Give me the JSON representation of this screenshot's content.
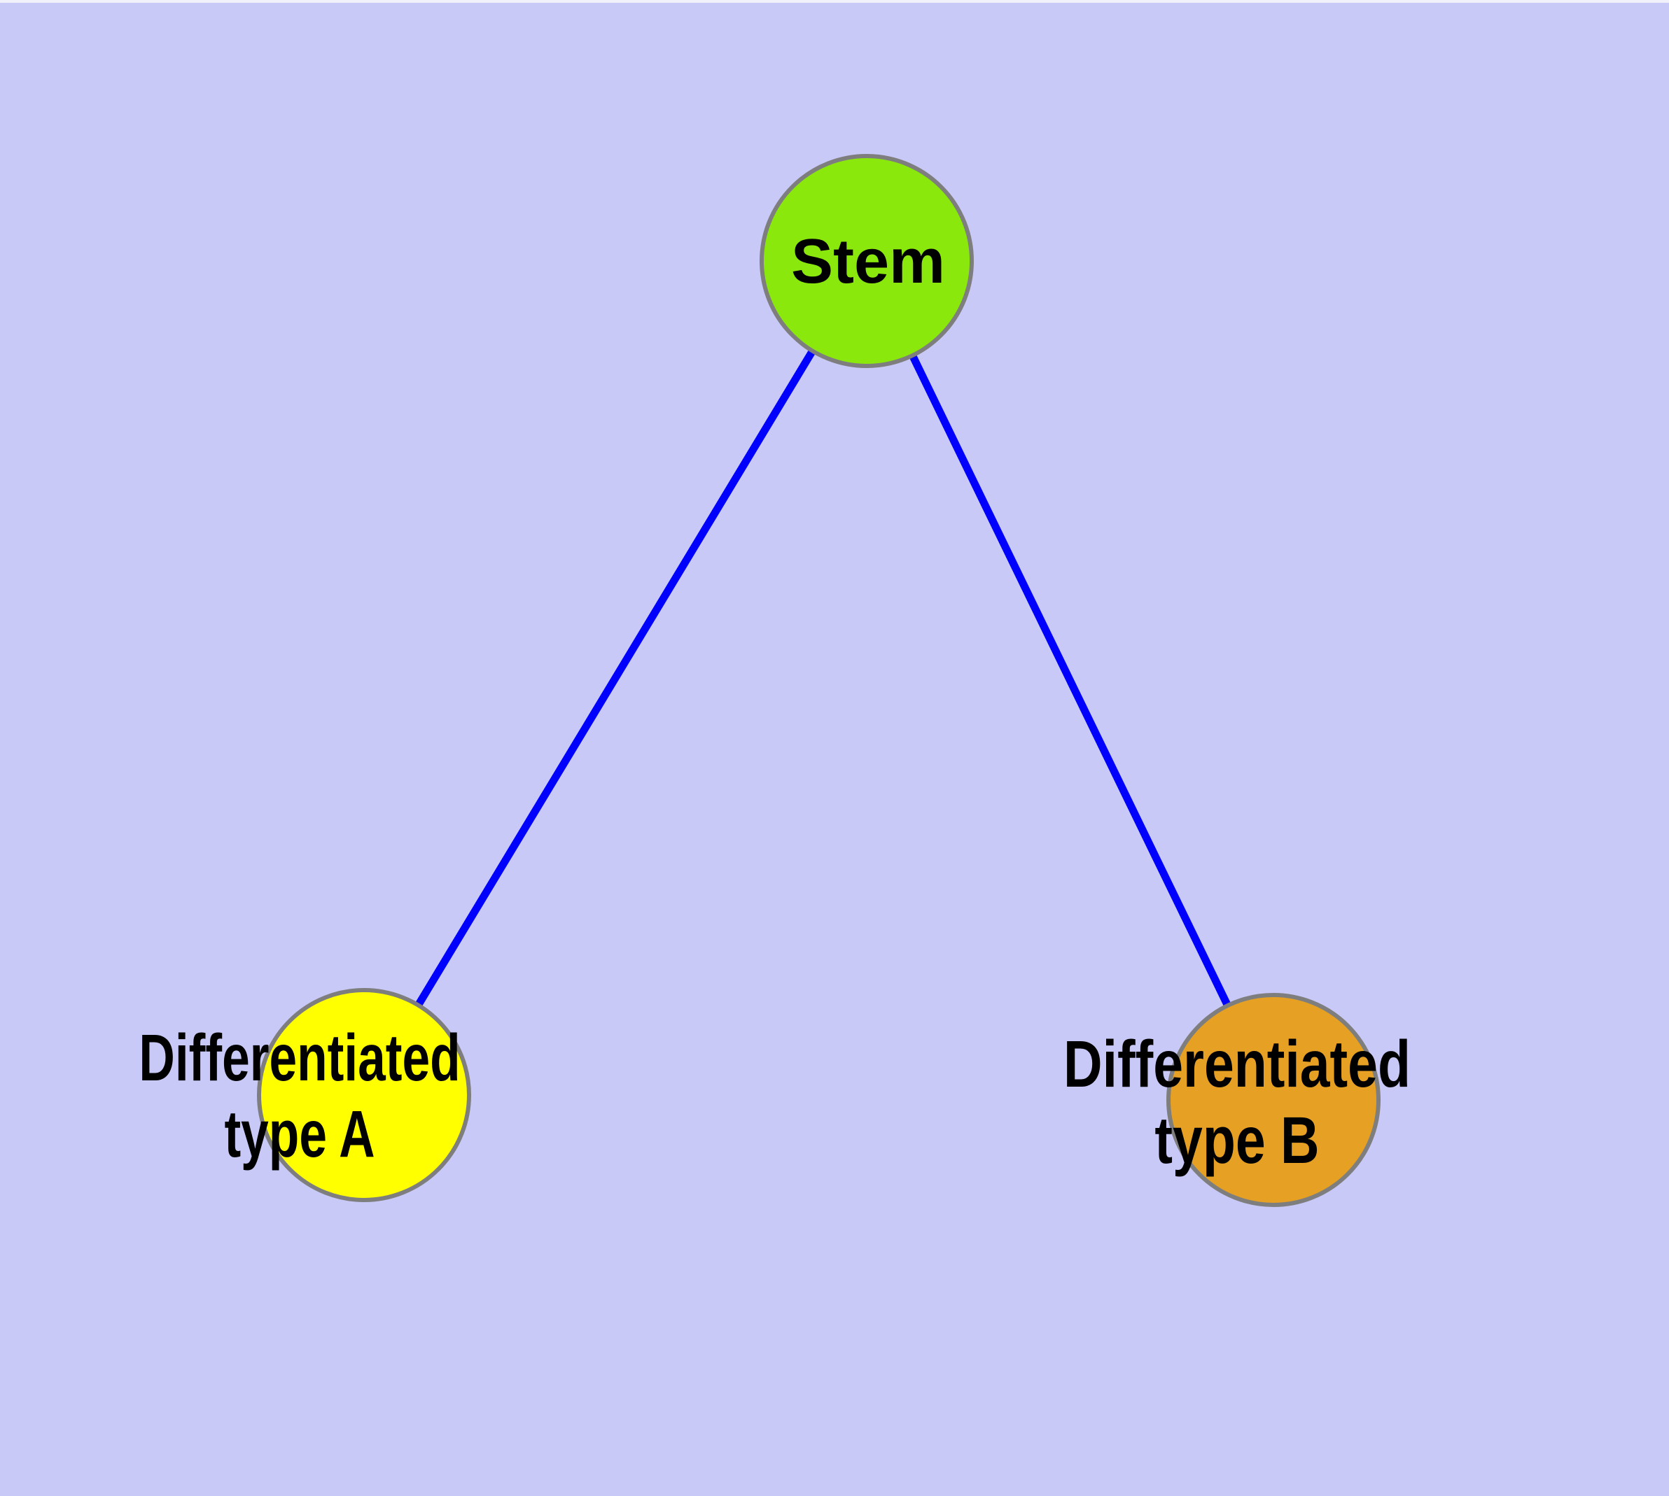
{
  "diagram": {
    "type": "graph",
    "background_color": "#C9C9F8",
    "edge_color": "#0000FF",
    "node_border_color": "#7E7E7E",
    "nodes": [
      {
        "id": "stem",
        "label": "Stem",
        "shape": "circle",
        "fill": "#8AE80C"
      },
      {
        "id": "differentiated-type-a",
        "label": "Differentiated\ntype A",
        "shape": "circle",
        "fill": "#FFFF00"
      },
      {
        "id": "differentiated-type-b",
        "label": "Differentiated\ntype B",
        "shape": "circle",
        "fill": "#E6A023"
      }
    ],
    "edges": [
      {
        "from": "stem",
        "to": "differentiated-type-a"
      },
      {
        "from": "stem",
        "to": "differentiated-type-b"
      }
    ]
  }
}
